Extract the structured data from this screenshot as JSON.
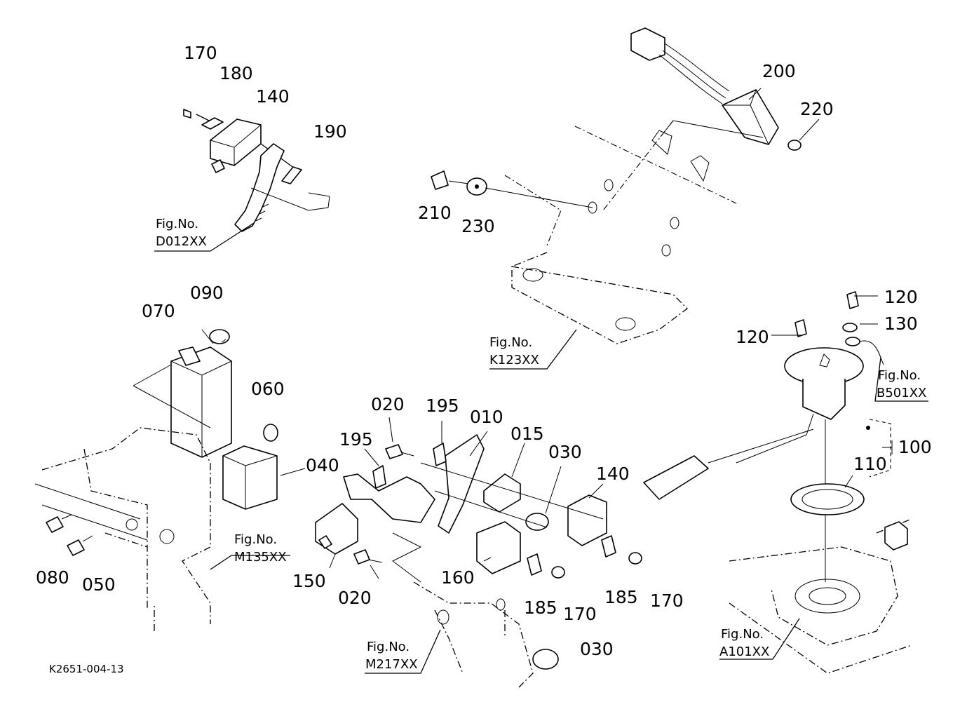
{
  "diagram_code": "K2651-004-13",
  "fig_prefix": "Fig.No.",
  "figures": [
    {
      "id": "D012XX"
    },
    {
      "id": "K123XX"
    },
    {
      "id": "B501XX"
    },
    {
      "id": "M135XX"
    },
    {
      "id": "M217XX"
    },
    {
      "id": "A101XX"
    }
  ],
  "callouts": [
    {
      "label": "170"
    },
    {
      "label": "180"
    },
    {
      "label": "140"
    },
    {
      "label": "190"
    },
    {
      "label": "200"
    },
    {
      "label": "220"
    },
    {
      "label": "210"
    },
    {
      "label": "230"
    },
    {
      "label": "090"
    },
    {
      "label": "070"
    },
    {
      "label": "060"
    },
    {
      "label": "040"
    },
    {
      "label": "080"
    },
    {
      "label": "050"
    },
    {
      "label": "020"
    },
    {
      "label": "195"
    },
    {
      "label": "010"
    },
    {
      "label": "195"
    },
    {
      "label": "015"
    },
    {
      "label": "030"
    },
    {
      "label": "140"
    },
    {
      "label": "150"
    },
    {
      "label": "020"
    },
    {
      "label": "160"
    },
    {
      "label": "185"
    },
    {
      "label": "170"
    },
    {
      "label": "185"
    },
    {
      "label": "170"
    },
    {
      "label": "030"
    },
    {
      "label": "120"
    },
    {
      "label": "120"
    },
    {
      "label": "130"
    },
    {
      "label": "100"
    },
    {
      "label": "110"
    }
  ]
}
